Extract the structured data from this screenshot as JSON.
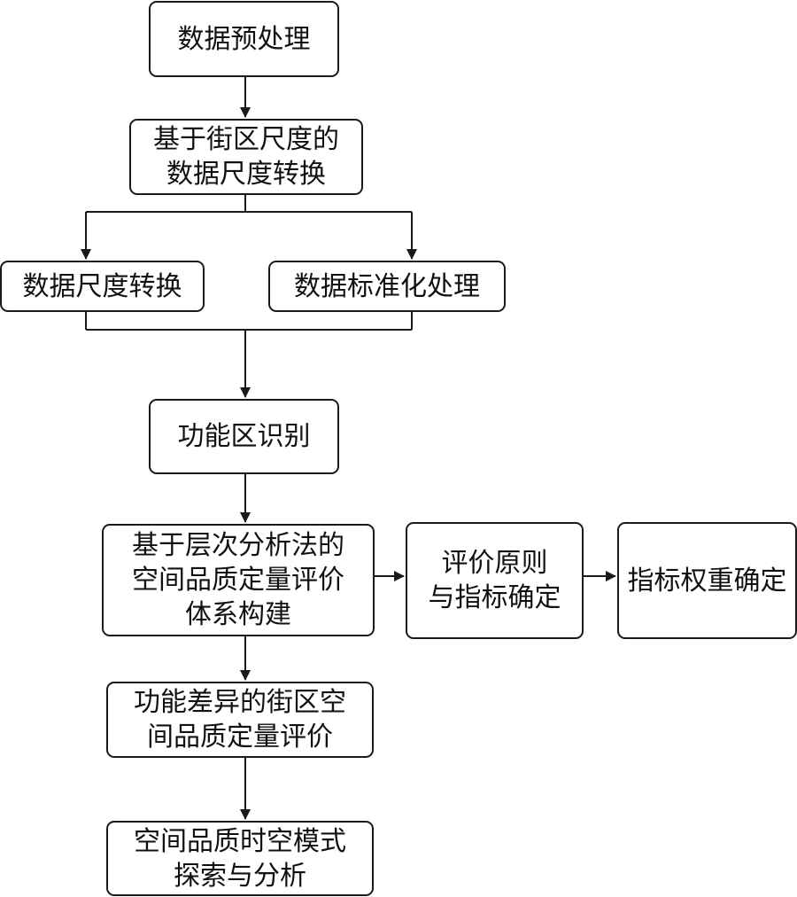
{
  "nodes": {
    "preprocess": "数据预处理",
    "block_scale": "基于街区尺度的\n数据尺度转换",
    "scale_convert": "数据尺度转换",
    "standardize": "数据标准化处理",
    "func_zone": "功能区识别",
    "ahp_system": "基于层次分析法的\n空间品质定量评价\n体系构建",
    "principles": "评价原则\n与指标确定",
    "weights": "指标权重确定",
    "func_diff": "功能差异的街区空\n间品质定量评价",
    "spatiotemporal": "空间品质时空模式\n探索与分析"
  }
}
